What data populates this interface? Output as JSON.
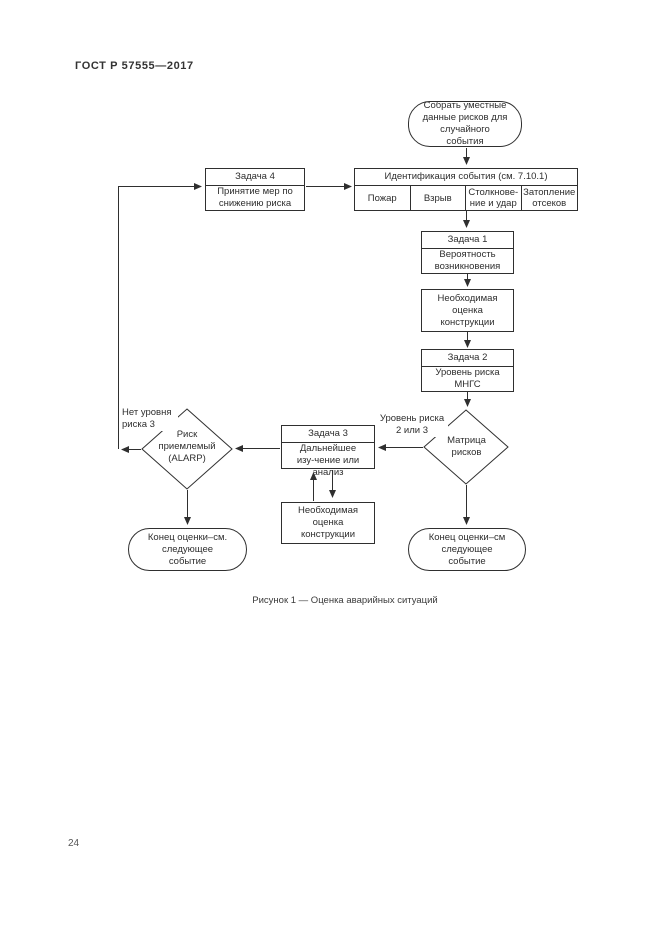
{
  "page": {
    "header": "ГОСТ Р 57555—2017",
    "caption": "Рисунок 1 — Оценка аварийных ситуаций",
    "page_number": "24"
  },
  "flowchart": {
    "start_oval": "Собрать уместные данные рисков для случайного события",
    "identification": {
      "header": "Идентификация события (см. 7.10.1)",
      "cells": [
        "Пожар",
        "Взрыв",
        "Столкнове-ние и удар",
        "Затопление отсеков"
      ]
    },
    "task4": {
      "header": "Задача 4",
      "body": "Принятие мер по снижению риска"
    },
    "task1": {
      "header": "Задача 1",
      "body": "Вероятность возникновения"
    },
    "structure_assessment_top": "Необходимая оценка конструкции",
    "task2": {
      "header": "Задача 2",
      "body": "Уровень риска МНГС"
    },
    "risk_matrix_diamond": "Матрица рисков",
    "task3": {
      "header": "Задача 3",
      "body": "Дальнейшее изу-чение или анализ"
    },
    "structure_assessment_bottom": "Необходимая оценка конструкции",
    "risk_acceptable_diamond": "Риск приемлемый (ALARP)",
    "labels": {
      "risk_level_2_3": "Уровень риска 2 или 3",
      "no_risk_level_3": "Нет уровня риска 3"
    },
    "end_left": "Конец оценки–см. следующее событие",
    "end_right": "Конец оценки–см следующее событие"
  },
  "colors": {
    "line": "#2f2f2f",
    "text": "#2e2e2e",
    "background": "#ffffff"
  }
}
